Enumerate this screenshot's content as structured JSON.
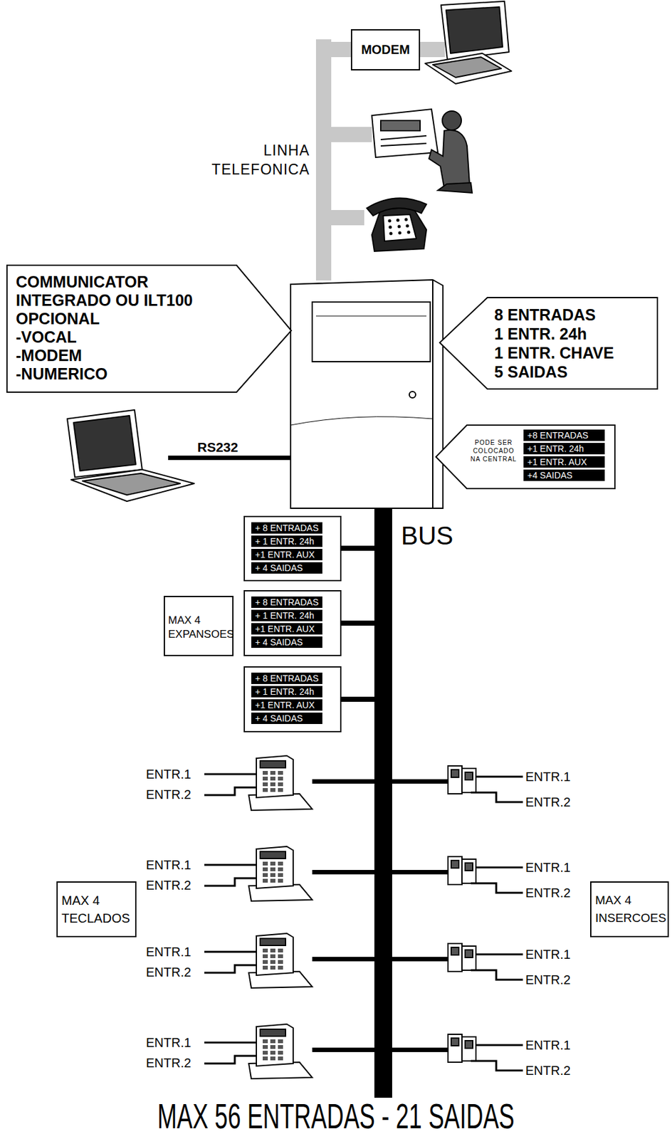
{
  "diagram": {
    "caption": "MAX 56 ENTRADAS - 21 SAIDAS",
    "nodes": [
      {
        "text": [
          "MODEM"
        ]
      },
      {
        "text": [
          "COMMUNICATOR INTEGRADO OU ILT100 OPCIONAL",
          "-VOCAL",
          "-MODEM",
          "-NUMERICO"
        ]
      },
      {
        "text": [
          "8 ENTRADAS",
          "1 ENTR. 24h",
          "1 ENTR. CHAVE",
          "5 SAIDAS"
        ]
      },
      {
        "text": [
          "PODE SER COLOCADO NA CENTRAL",
          "+8 ENTRADAS",
          "+1 ENTR. 24h",
          "+1 ENTR. AUX",
          "+4 SAIDAS"
        ]
      },
      {
        "text": [
          "+ 8 ENTRADAS",
          "+ 1 ENTR. 24h",
          "+1 ENTR. AUX",
          "+ 4 SAIDAS"
        ]
      },
      {
        "text": [
          "MAX 4 EXPANSOES"
        ]
      },
      {
        "text": [
          "+ 8 ENTRADAS",
          "+ 1 ENTR. 24h",
          "+1 ENTR. AUX",
          "+ 4 SAIDAS"
        ]
      },
      {
        "text": [
          "+ 8 ENTRADAS",
          "+ 1 ENTR. 24h",
          "+1 ENTR. AUX",
          "+ 4 SAIDAS"
        ]
      },
      {
        "text": [
          "MAX 4 TECLADOS"
        ]
      },
      {
        "text": [
          "MAX 4 INSERCOES"
        ]
      }
    ],
    "labels": [
      "LINHA TELEFONICA",
      "RS232",
      "BUS",
      "ENTR.1",
      "ENTR.2",
      "ENTR.1",
      "ENTR.2",
      "ENTR.1",
      "ENTR.2",
      "ENTR.1",
      "ENTR.2",
      "ENTR.1",
      "ENTR.2",
      "ENTR.1",
      "ENTR.2",
      "ENTR.1",
      "ENTR.2",
      "ENTR.1",
      "ENTR.2"
    ]
  }
}
